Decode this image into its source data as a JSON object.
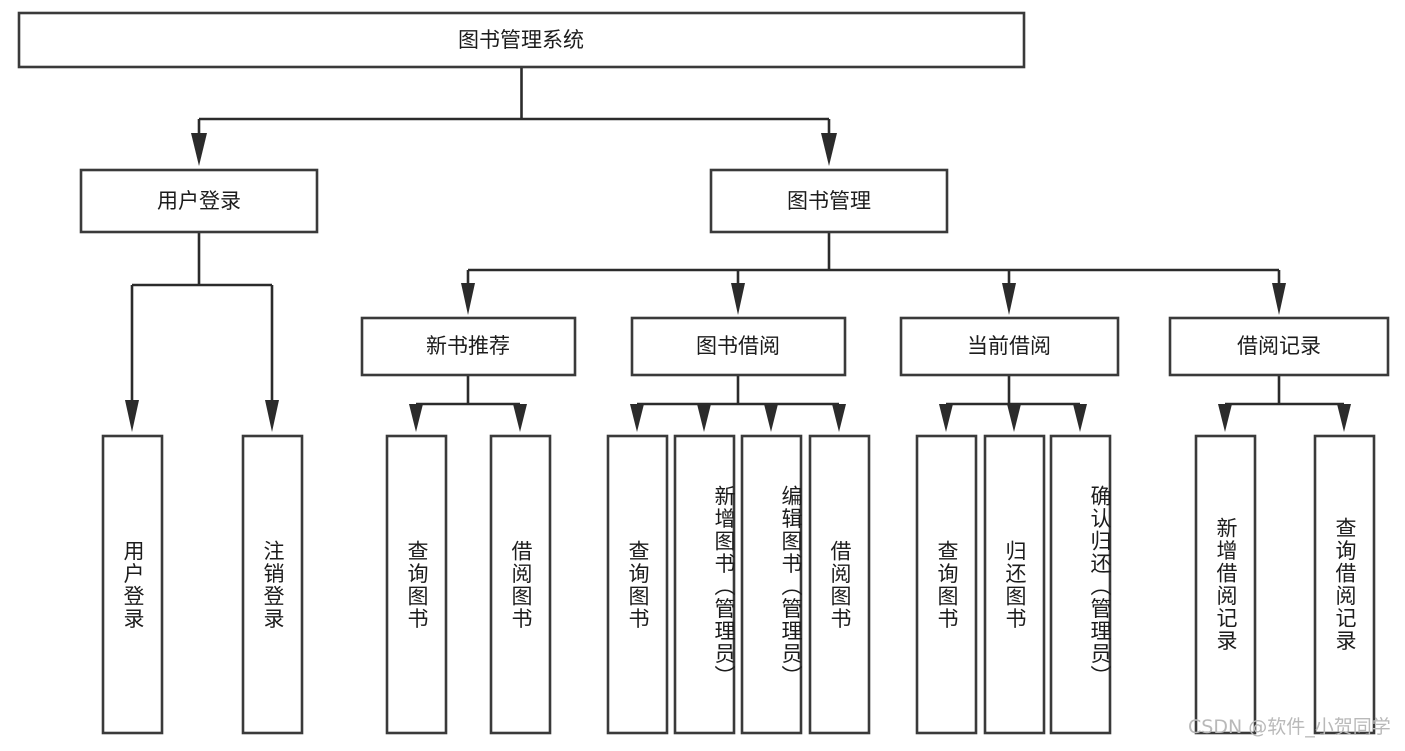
{
  "diagram": {
    "title": "图书管理系统",
    "type": "hierarchy-tree",
    "root": {
      "id": "root",
      "label": "图书管理系统",
      "orientation": "horizontal"
    },
    "level1": [
      {
        "id": "user-login",
        "label": "用户登录",
        "orientation": "horizontal"
      },
      {
        "id": "book-management",
        "label": "图书管理",
        "orientation": "horizontal"
      }
    ],
    "level2": [
      {
        "id": "new-book-recommend",
        "label": "新书推荐",
        "parent": "book-management",
        "orientation": "horizontal"
      },
      {
        "id": "book-borrow",
        "label": "图书借阅",
        "parent": "book-management",
        "orientation": "horizontal"
      },
      {
        "id": "current-borrow",
        "label": "当前借阅",
        "parent": "book-management",
        "orientation": "horizontal"
      },
      {
        "id": "borrow-record",
        "label": "借阅记录",
        "parent": "book-management",
        "orientation": "horizontal"
      }
    ],
    "leaves": [
      {
        "id": "leaf-user-login",
        "label": "用户登录",
        "parent": "user-login",
        "orientation": "vertical"
      },
      {
        "id": "leaf-user-logout",
        "label": "注销登录",
        "parent": "user-login",
        "orientation": "vertical"
      },
      {
        "id": "leaf-query-book-1",
        "label": "查询图书",
        "parent": "new-book-recommend",
        "orientation": "vertical"
      },
      {
        "id": "leaf-borrow-book-1",
        "label": "借阅图书",
        "parent": "new-book-recommend",
        "orientation": "vertical"
      },
      {
        "id": "leaf-query-book-2",
        "label": "查询图书",
        "parent": "book-borrow",
        "orientation": "vertical"
      },
      {
        "id": "leaf-add-book",
        "label": "新增图书（管理员）",
        "parent": "book-borrow",
        "orientation": "vertical"
      },
      {
        "id": "leaf-edit-book",
        "label": "编辑图书（管理员）",
        "parent": "book-borrow",
        "orientation": "vertical"
      },
      {
        "id": "leaf-borrow-book-2",
        "label": "借阅图书",
        "parent": "book-borrow",
        "orientation": "vertical"
      },
      {
        "id": "leaf-query-book-3",
        "label": "查询图书",
        "parent": "current-borrow",
        "orientation": "vertical"
      },
      {
        "id": "leaf-return-book",
        "label": "归还图书",
        "parent": "current-borrow",
        "orientation": "vertical"
      },
      {
        "id": "leaf-confirm-return",
        "label": "确认归还（管理员）",
        "parent": "current-borrow",
        "orientation": "vertical"
      },
      {
        "id": "leaf-add-record",
        "label": "新增借阅记录",
        "parent": "borrow-record",
        "orientation": "vertical"
      },
      {
        "id": "leaf-query-record",
        "label": "查询借阅记录",
        "parent": "borrow-record",
        "orientation": "vertical"
      }
    ],
    "colors": {
      "box_fill": "#ffffff",
      "box_stroke": "#3a3a3a",
      "connector": "#2b2b2b",
      "text": "#1c1c1c",
      "background": "#ffffff",
      "watermark": "#b9b9b9"
    }
  },
  "watermark": {
    "text": "CSDN @软件_小贺同学"
  }
}
